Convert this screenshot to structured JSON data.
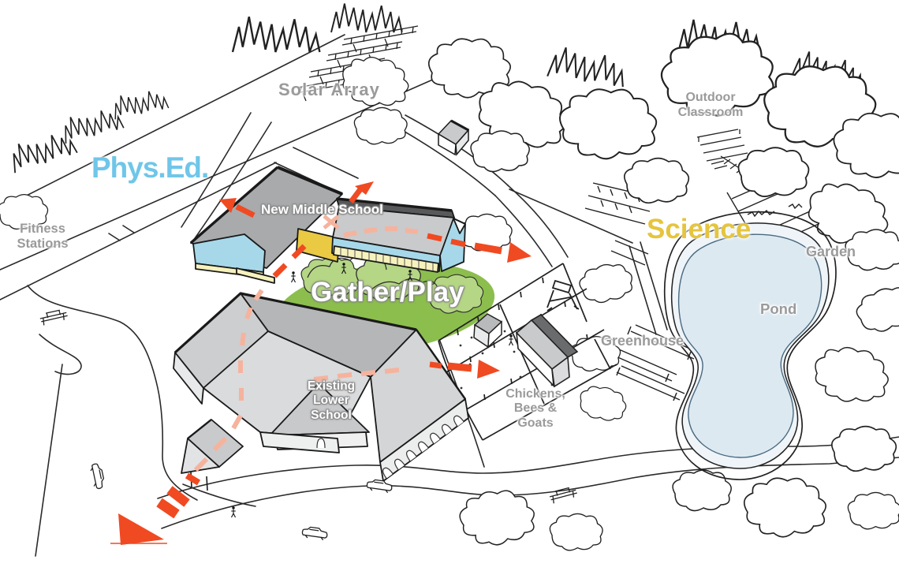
{
  "diagram": {
    "kind": "hand-drawn campus site plan sketch",
    "labels": {
      "solar_array": "Solar Array",
      "phys_ed": "Phys.Ed.",
      "fitness_stations": [
        "Fitness",
        "Stations"
      ],
      "new_middle_school": "New Middle School",
      "outdoor_classroom": [
        "Outdoor",
        "Classroom"
      ],
      "science": "Science",
      "garden": "Garden",
      "pond": "Pond",
      "gather_play": "Gather/Play",
      "greenhouse": "Greenhouse",
      "existing_lower_school": [
        "Existing",
        "Lower",
        "School"
      ],
      "chickens_bees_goats": [
        "Chickens,",
        "Bees &",
        "Goats"
      ]
    },
    "colors": {
      "ink": "#222222",
      "label_gray": "#9a9a9a",
      "phys_ed_blue": "#6fc6e9",
      "science_yellow": "#e5c53e",
      "lawn_green": "#8cbe4e",
      "canopy_green": "#b5d685",
      "pond_blue": "#dde9f1",
      "building_wall_blue": "#a7d8ea",
      "connector_yellow": "#eac943",
      "window_cream": "#f7f2bd",
      "roof_gray_light": "#c9cacc",
      "roof_gray_dark": "#58595b",
      "arrow_orange": "#f04a22",
      "arrow_faded": "#f5b39e"
    }
  }
}
